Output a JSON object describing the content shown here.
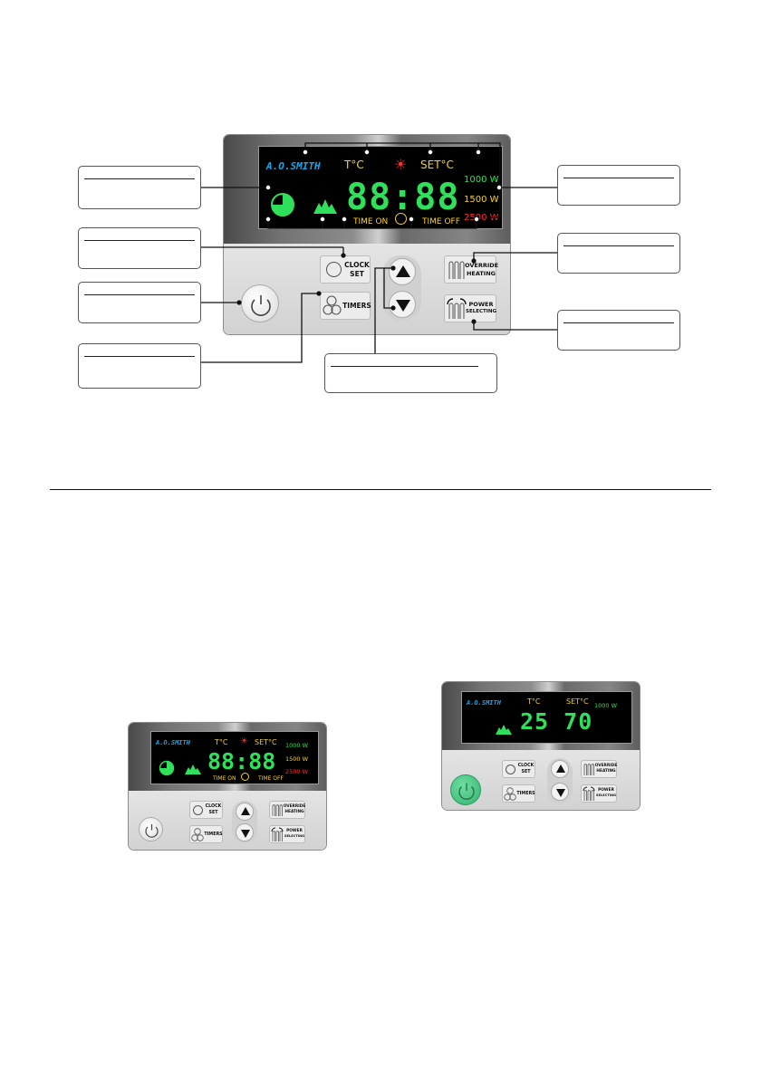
{
  "brand": "A.O.SMITH",
  "display": {
    "temp_label": "T°C",
    "set_label": "SET°C",
    "power_1000": "1000 W",
    "power_1500": "1500 W",
    "power_2500": "2500 W",
    "digits": "88:88",
    "time_on": "TIME ON",
    "time_off": "TIME OFF"
  },
  "display_on": {
    "digits": "25 70",
    "power_1000": "1000 W"
  },
  "buttons": {
    "clock_set_line1": "CLOCK",
    "clock_set_line2": "SET",
    "timers": "TIMERS",
    "override_line1": "OVERRIDE",
    "override_line2": "HEATING",
    "power_line1": "POWER",
    "power_line2": "SELECTING"
  },
  "colors": {
    "lcd_green": "#2fe05a",
    "lcd_yellow": "#f5d21e",
    "lcd_red": "#ff2d2d",
    "brand_blue": "#1aa6e6",
    "power_on_green": "#3cc07a"
  }
}
